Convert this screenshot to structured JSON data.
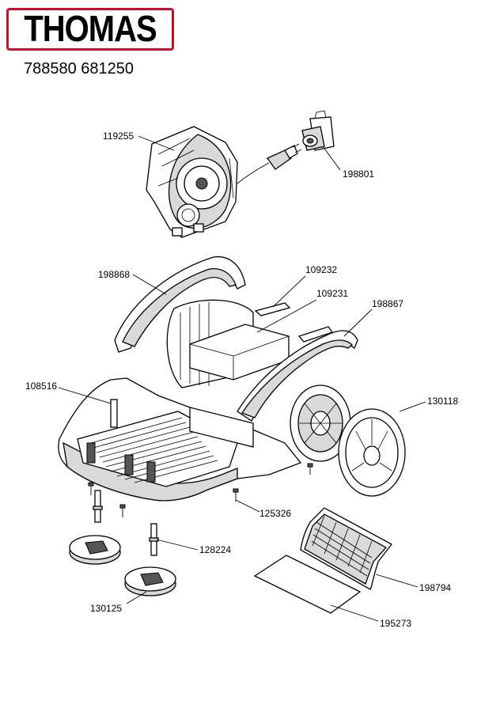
{
  "brand": {
    "logo_text": "THOMAS",
    "logo_color": "#c8102e"
  },
  "model_numbers": "788580 681250",
  "parts": {
    "p119255": "119255",
    "p198801": "198801",
    "p198868": "198868",
    "p109232": "109232",
    "p109231": "109231",
    "p198867": "198867",
    "p108516": "108516",
    "p130118": "130118",
    "p125326": "125326",
    "p128224": "128224",
    "p130125": "130125",
    "p198794": "198794",
    "p195273": "195273"
  }
}
